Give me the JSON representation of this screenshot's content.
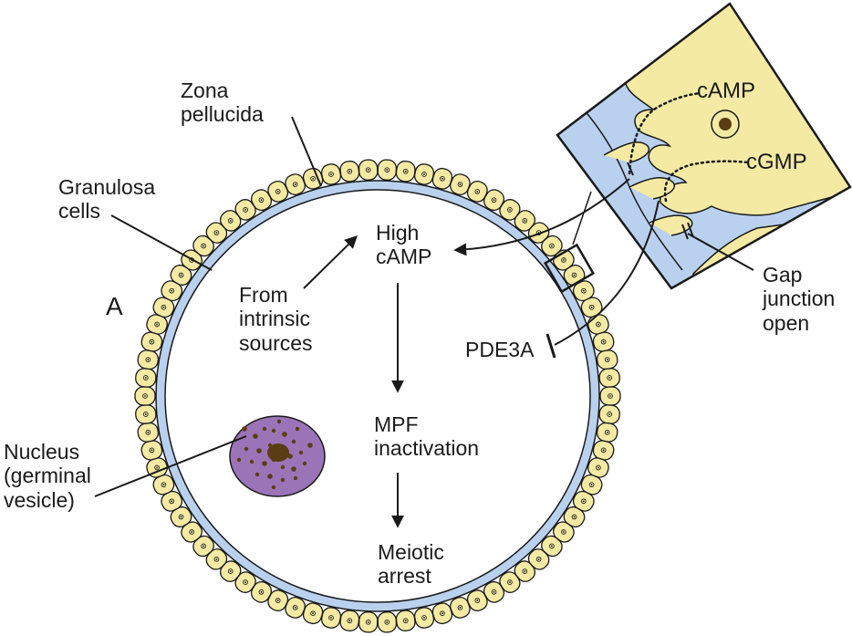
{
  "labels": {
    "zona_pellucida": "Zona\npellucida",
    "granulosa_cells": "Granulosa\ncells",
    "panel_letter": "A",
    "nucleus": "Nucleus\n(germinal\nvesicle)",
    "from_intrinsic": "From\nintrinsic\nsources",
    "high_camp": "High\ncAMP",
    "mpf_inactivation": "MPF\ninactivation",
    "meiotic_arrest": "Meiotic\narrest",
    "pde3a": "PDE3A",
    "camp": "cAMP",
    "cgmp": "cGMP",
    "gap_junction": "Gap\njunction\nopen"
  },
  "colors": {
    "granulosa_fill": "#f5eaa4",
    "zona_fill": "#b9d1ee",
    "nucleus_fill": "#9b74b8",
    "nucleus_dots": "#5a3d14",
    "stroke": "#1a1a1a"
  }
}
